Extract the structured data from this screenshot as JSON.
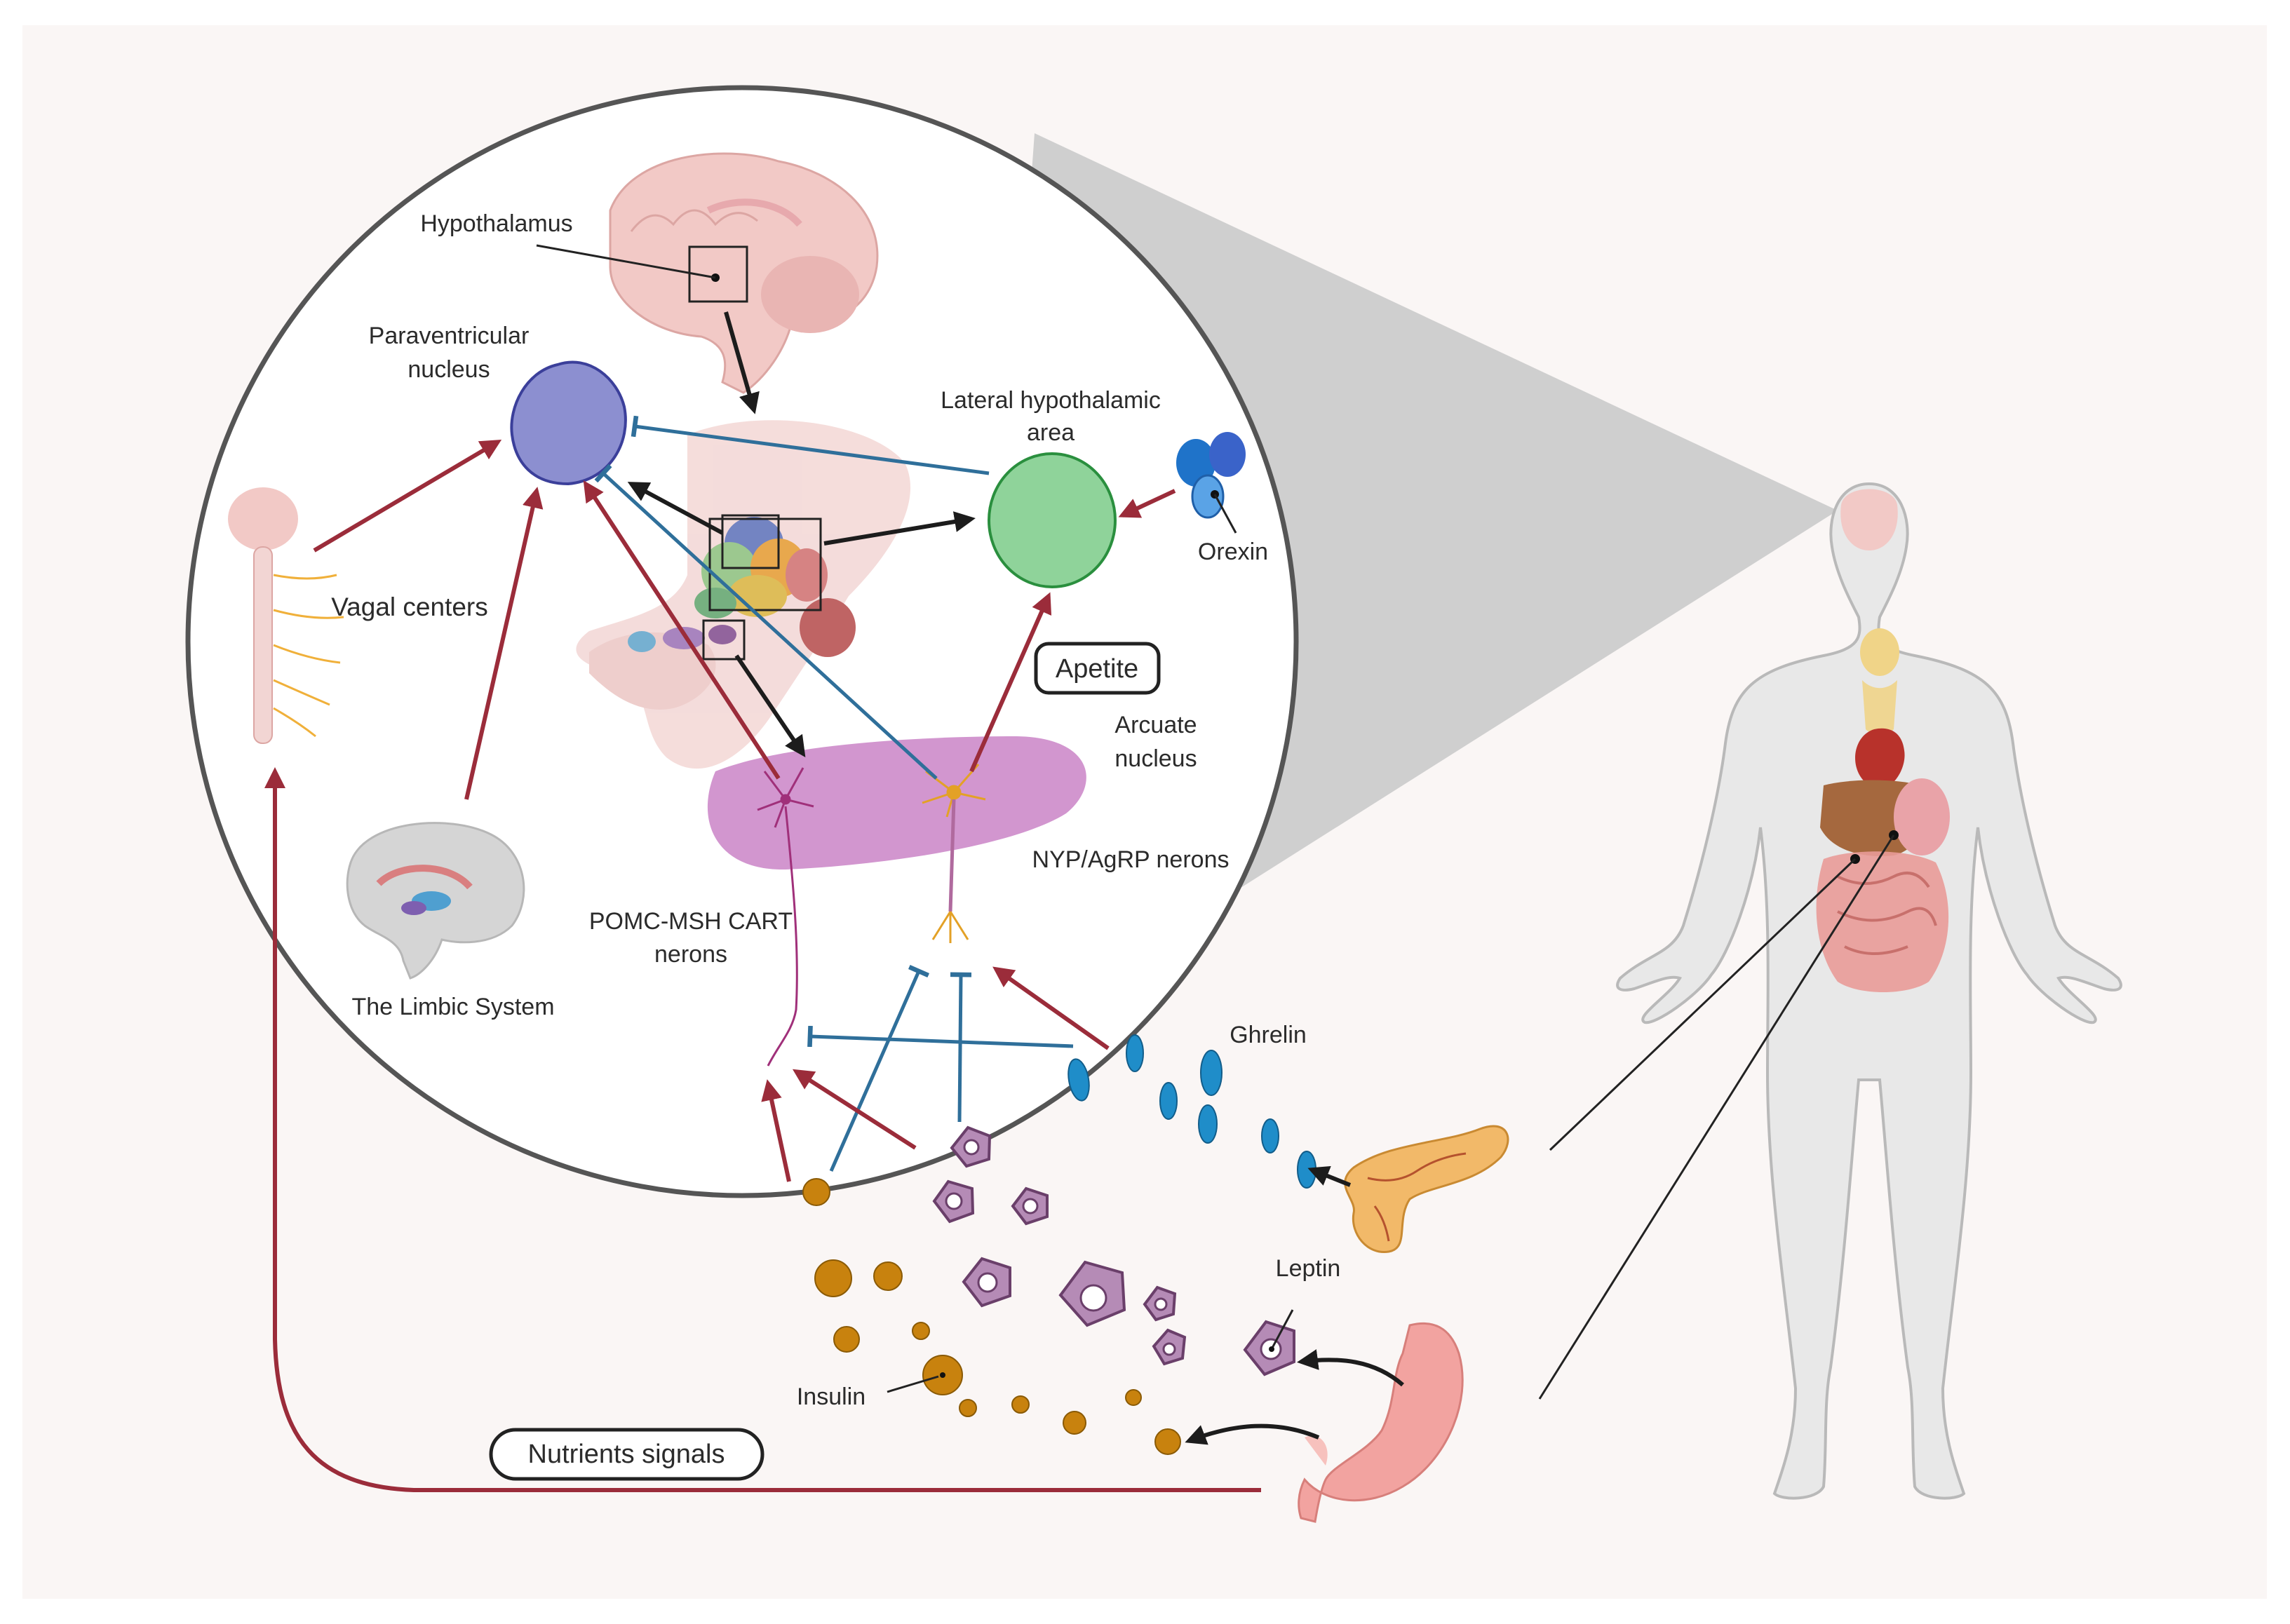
{
  "colors": {
    "background": "#ffffff",
    "panel": "#faf6f5",
    "stimulate_arrow": "#9b2c3a",
    "inhibit_line": "#2f6f9a",
    "neutral_arrow": "#1c1c1c",
    "insulin": "#c8820e",
    "leptin_fill": "#b58bb6",
    "ghrelin": "#1f8dc9",
    "paraventricular": "#8c8fd0",
    "lateral_hypothalamic": "#8fd39a",
    "arcuate": "#cc87c8"
  },
  "labels": {
    "hypothalamus": "Hypothalamus",
    "paraventricular_l1": "Paraventricular",
    "paraventricular_l2": "nucleus",
    "lateral_l1": "Lateral hypothalamic",
    "lateral_l2": "area",
    "orexin": "Orexin",
    "vagal": "Vagal centers",
    "apetite": "Apetite",
    "arcuate_l1": "Arcuate",
    "arcuate_l2": "nucleus",
    "nyp": "NYP/AgRP nerons",
    "pomc_l1": "POMC-MSH CART",
    "pomc_l2": "nerons",
    "limbic": "The Limbic System",
    "ghrelin": "Ghrelin",
    "leptin": "Leptin",
    "insulin": "Insulin",
    "nutrients": "Nutrients signals"
  },
  "icons": {
    "brain": "brain-icon",
    "spinal_cord": "spinal-cord-icon",
    "limbic_brain": "limbic-brain-icon",
    "orexin": "orexin-molecule-icon",
    "pancreas": "pancreas-icon",
    "stomach": "stomach-icon",
    "human_body": "human-body-icon"
  }
}
